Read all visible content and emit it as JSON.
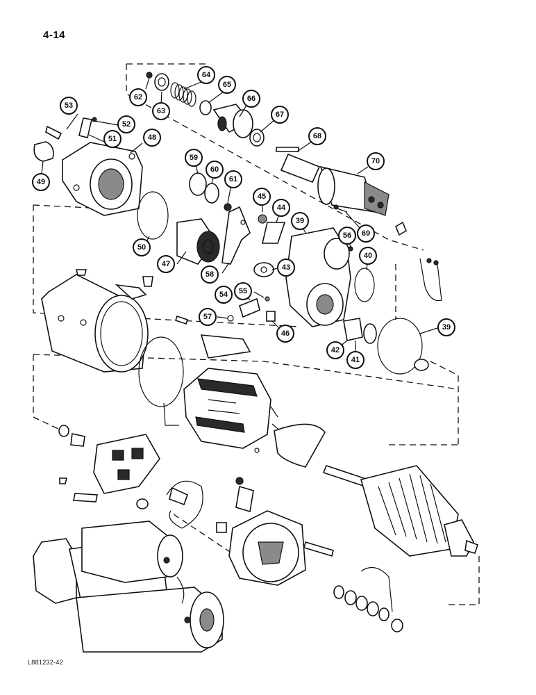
{
  "page": {
    "number": "4-14",
    "figure_code": "L881232-42"
  },
  "callouts": [
    "39",
    "40",
    "41",
    "42",
    "43",
    "44",
    "45",
    "46",
    "47",
    "48",
    "49",
    "50",
    "51",
    "52",
    "53",
    "54",
    "55",
    "56",
    "57",
    "58",
    "59",
    "60",
    "61",
    "62",
    "63",
    "64",
    "65",
    "66",
    "67",
    "68",
    "69",
    "70"
  ],
  "colors": {
    "ink": "#111111",
    "paper": "#ffffff",
    "shade": "#8a8a8a"
  }
}
